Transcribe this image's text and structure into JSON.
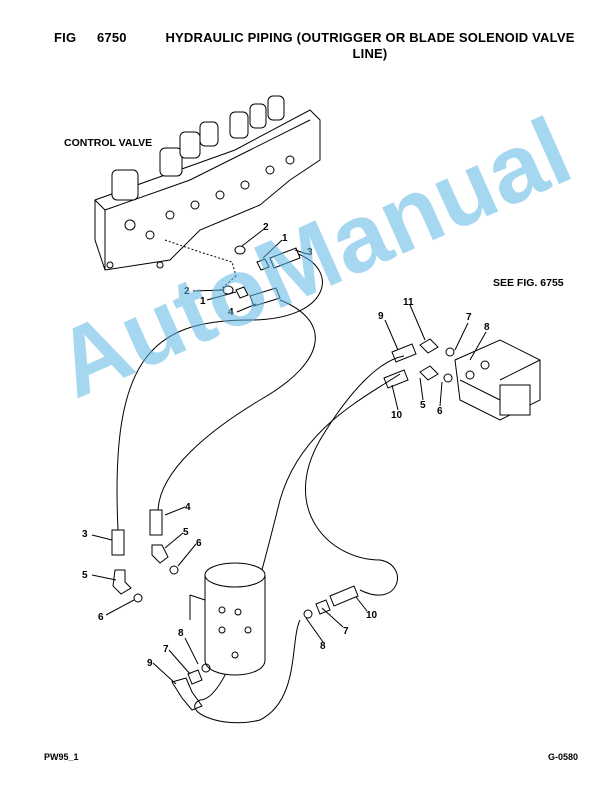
{
  "header": {
    "fig_label": "FIG",
    "fig_number": "6750",
    "title_line1": "HYDRAULIC PIPING (OUTRIGGER OR BLADE SOLENOID VALVE",
    "title_line2": "LINE)"
  },
  "labels": {
    "control_valve": "CONTROL VALVE",
    "see_fig": "SEE FIG. 6755"
  },
  "callouts": {
    "c1": "2",
    "c2": "1",
    "c3": "3",
    "c4": "2",
    "c5": "1",
    "c6": "4",
    "c7": "9",
    "c8": "11",
    "c9": "7",
    "c10": "8",
    "c11": "10",
    "c12": "5",
    "c13": "6",
    "c14": "4",
    "c15": "3",
    "c16": "5",
    "c17": "6",
    "c18": "5",
    "c19": "6",
    "c20": "8",
    "c21": "7",
    "c22": "9",
    "c23": "10",
    "c24": "7",
    "c25": "8"
  },
  "footer": {
    "left": "PW95_1",
    "right": "G-0580"
  },
  "watermark": "AutoManual",
  "colors": {
    "watermark": "#5fb7e6",
    "line": "#000000"
  }
}
